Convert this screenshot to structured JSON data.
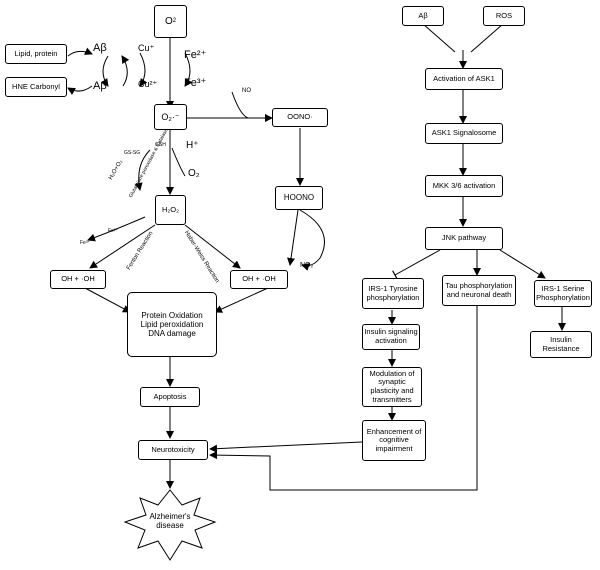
{
  "left": {
    "o2_top": "O",
    "lipid_protein": "Lipid, protein",
    "hne_carbonyl": "HNE Carbonyl",
    "abeta_top": "Aβ",
    "abeta_bottom": "Aβ",
    "cu_plus": "Cu⁺",
    "cu_2plus": "Cu²⁺",
    "fe_2plus": "Fe²⁺",
    "fe_3plus": "Fe³⁺",
    "no": "NO",
    "superoxide": "O₂·⁻",
    "oono": "OONO·",
    "h_plus": "H⁺",
    "o2_mid": "O₂",
    "gs_sg": "GS-SG",
    "gsh": "GSH",
    "h2o_o2": "H₂O+O₂",
    "gpx_catalase": "Glutathione peroxidase & Catalase",
    "h2o2": "H₂O₂",
    "hoono": "HOONO",
    "fe2": "Fe²⁺",
    "fe3": "Fe³⁺",
    "fenton": "Fenton Reaction",
    "haber_weiss": "Haber-Weiss Reaction",
    "no2": "NO₂",
    "oh_left": "OH + ·OH",
    "oh_right": "OH + ·OH",
    "damage_line1": "Protein Oxidation",
    "damage_line2": "Lipid peroxidation",
    "damage_line3": "DNA damage",
    "apoptosis": "Apoptosis",
    "neurotoxicity": "Neurotoxicity",
    "alzheimers_line1": "Alzheimer's",
    "alzheimers_line2": "disease"
  },
  "right": {
    "abeta": "Aβ",
    "ros": "ROS",
    "ask1_activation": "Activation of ASK1",
    "ask1_signalosome": "ASK1 Signalosome",
    "mkk": "MKK 3/6 activation",
    "jnk": "JNK pathway",
    "irs_tyrosine": "IRS-1 Tyrosine phosphorylation",
    "tau": "Tau phosphorylation and neuronal death",
    "irs_serine": "IRS-1 Serine Phosphorylation",
    "insulin_signaling": "Insulin signaling activation",
    "insulin_resistance": "Insulin Resistance",
    "modulation": "Modulation of synaptic plasticity and transmitters",
    "enhancement": "Enhancement of cognitive impairment"
  }
}
